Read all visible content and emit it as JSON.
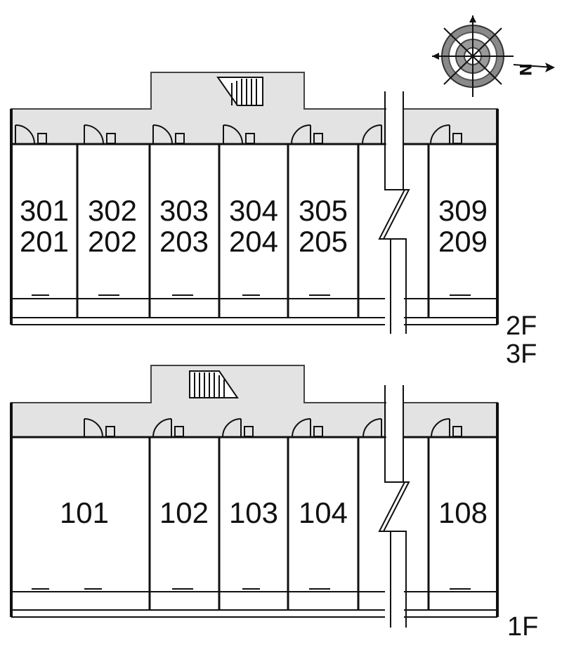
{
  "compass": {
    "north_label": "N",
    "icon": "compass-rose-icon"
  },
  "upper_plan": {
    "floor_labels": [
      "2F",
      "3F"
    ],
    "rooms": [
      {
        "top": "301",
        "bottom": "201"
      },
      {
        "top": "302",
        "bottom": "202"
      },
      {
        "top": "303",
        "bottom": "203"
      },
      {
        "top": "304",
        "bottom": "204"
      },
      {
        "top": "305",
        "bottom": "205"
      },
      {
        "top": "309",
        "bottom": "209"
      }
    ]
  },
  "lower_plan": {
    "floor_labels": [
      "1F"
    ],
    "rooms": [
      "101",
      "102",
      "103",
      "104",
      "108"
    ]
  },
  "colors": {
    "corridor": "#e3e3e3",
    "wall": "#111111",
    "background": "#ffffff"
  }
}
